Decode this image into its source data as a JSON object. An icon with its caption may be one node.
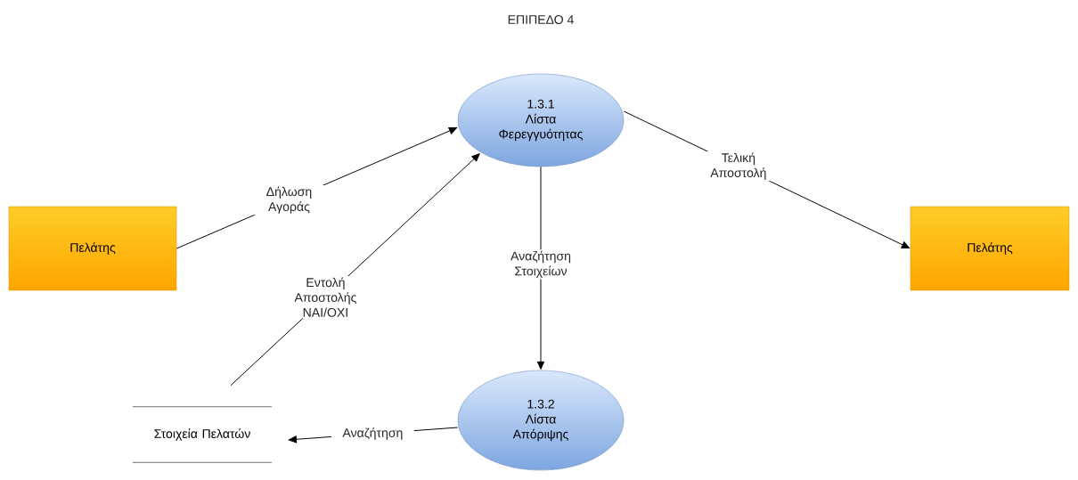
{
  "diagram": {
    "title": "ΕΠΙΠΕΔΟ 4",
    "nodes": [
      {
        "text": [
          "Πελάτης"
        ]
      },
      {
        "text": [
          "1.3.1",
          "Λίστα Φερεγγυότητας"
        ]
      },
      {
        "text": [
          "Πελάτης"
        ]
      },
      {
        "text": [
          "Στοιχεία Πελατών"
        ]
      },
      {
        "text": [
          "1.3.2",
          "Λίστα Απόριψης"
        ]
      }
    ],
    "edges": [
      {
        "from": 0,
        "to": 1,
        "arrow": "to",
        "label": "Δήλωση Αγοράς"
      },
      {
        "from": 3,
        "to": 1,
        "arrow": "to",
        "label": "Εντολή Αποστολής ΝΑΙ/ΟΧΙ"
      },
      {
        "from": 1,
        "to": 2,
        "arrow": "to",
        "label": "Τελική Αποστολή"
      },
      {
        "from": 1,
        "to": 4,
        "arrow": "to",
        "label": "Αναζήτηση Στοιχείων"
      },
      {
        "from": 4,
        "to": 3,
        "arrow": "to",
        "label": "Αναζήτηση"
      }
    ]
  }
}
